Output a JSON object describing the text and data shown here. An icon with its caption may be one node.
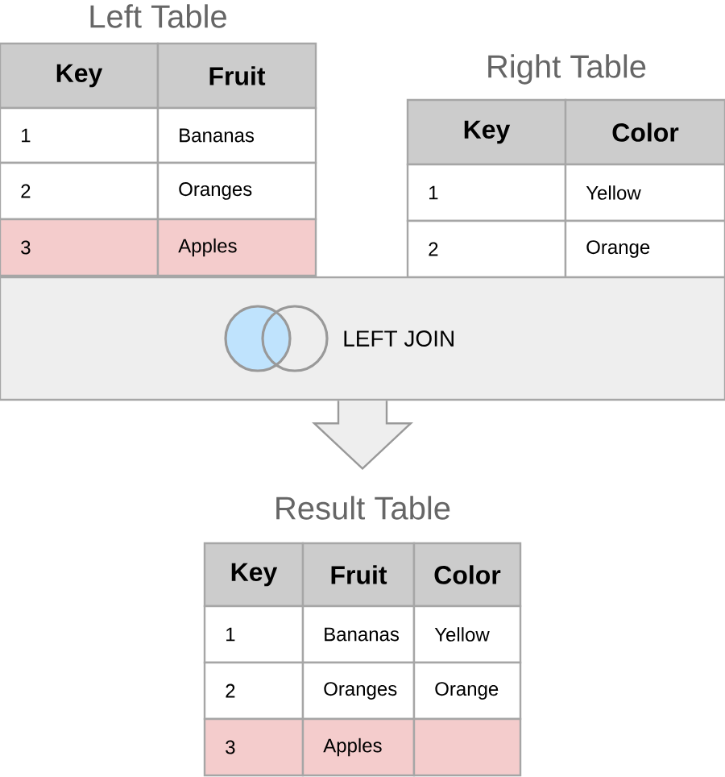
{
  "diagram": {
    "nodes": [
      {
        "text": [
          "Left Table",
          "Key",
          "Fruit",
          "1",
          "Bananas",
          "2",
          "Oranges",
          "3",
          "Apples"
        ]
      },
      {
        "text": [
          "Right Table",
          "Key",
          "Color",
          "1",
          "Yellow",
          "2",
          "Orange"
        ]
      },
      {
        "text": [
          "LEFT JOIN"
        ]
      },
      {
        "text": [
          "Result Table",
          "Key",
          "Fruit",
          "Color",
          "1",
          "Bananas",
          "Yellow",
          "2",
          "Oranges",
          "Orange",
          "3",
          "Apples"
        ]
      }
    ],
    "edges": [
      {
        "from": 2,
        "to": 3,
        "arrow": "to"
      }
    ]
  }
}
